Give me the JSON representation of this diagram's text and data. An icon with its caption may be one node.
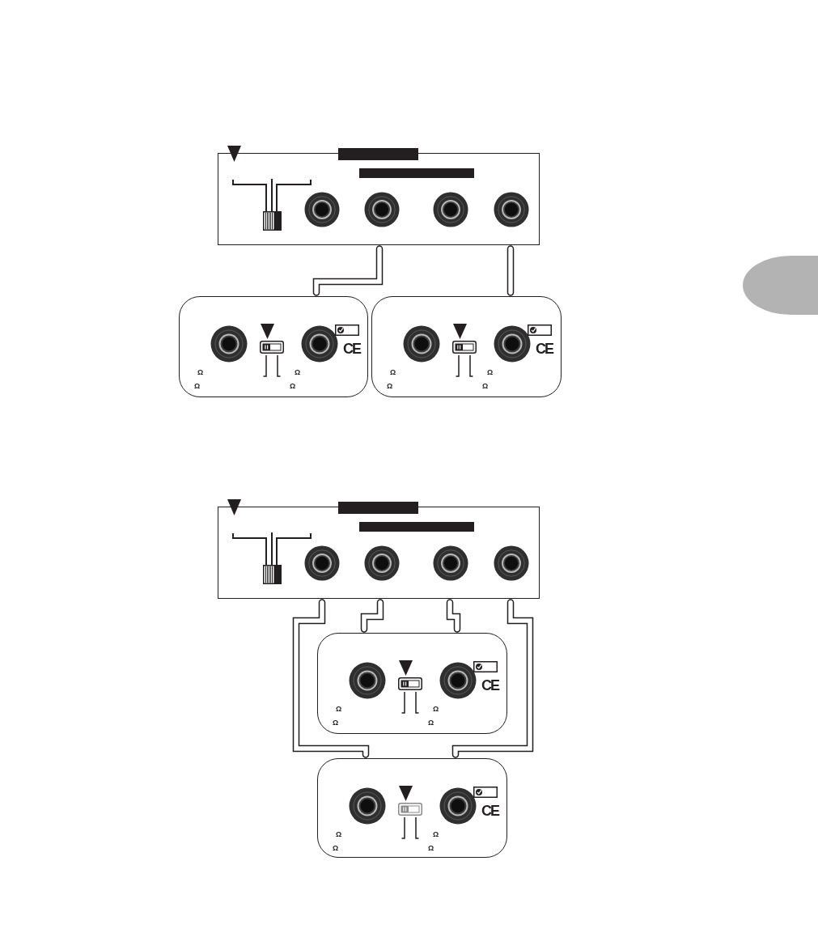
{
  "diagram": {
    "nodes": [
      {
        "text": [],
        "shape": "box"
      },
      {
        "text": [],
        "shape": "bar"
      },
      {
        "text": [],
        "shape": "bar",
        "in": 0
      },
      {
        "text": [],
        "shape": "tab"
      },
      {
        "text": [
          "CE",
          "Ω",
          "Ω",
          "Ω",
          "Ω"
        ]
      },
      {
        "text": [
          "CE",
          "Ω",
          "Ω",
          "Ω",
          "Ω"
        ]
      },
      {
        "text": [],
        "shape": "box"
      },
      {
        "text": [],
        "shape": "bar"
      },
      {
        "text": [],
        "shape": "bar",
        "in": 6
      },
      {
        "text": [
          "CE",
          "Ω",
          "Ω",
          "Ω",
          "Ω"
        ]
      },
      {
        "text": [
          "CE",
          "Ω",
          "Ω",
          "Ω",
          "Ω"
        ]
      }
    ],
    "edges": [
      {
        "from": 0,
        "to": 4,
        "arrow": "none"
      },
      {
        "from": 0,
        "to": 5,
        "arrow": "none"
      },
      {
        "from": 6,
        "to": 10,
        "arrow": "none"
      },
      {
        "from": 6,
        "to": 9,
        "arrow": "none"
      },
      {
        "from": 6,
        "to": 9,
        "arrow": "none"
      },
      {
        "from": 6,
        "to": 10,
        "arrow": "none"
      }
    ]
  }
}
